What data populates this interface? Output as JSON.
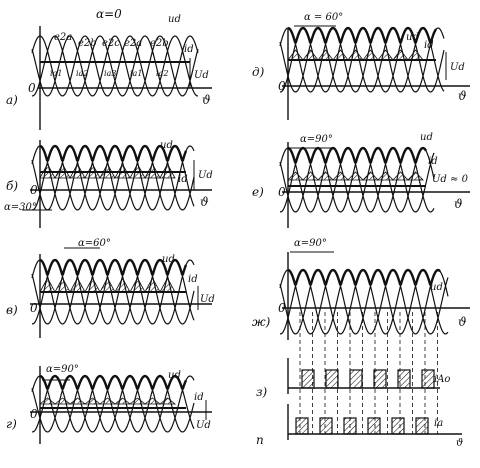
{
  "panels": {
    "a": {
      "letter": "a)",
      "alpha_label": "α=0",
      "phase_labels": [
        "e2a",
        "e2b",
        "e2c",
        "e2a",
        "e2b"
      ],
      "current_labels": [
        "ia1",
        "ia2",
        "ia3",
        "ia1",
        "ia2"
      ],
      "ud_label": "ud",
      "id_label": "id",
      "Ud_label": "Ud",
      "zero_label": "0",
      "axis_label": "ϑ"
    },
    "b": {
      "letter": "б)",
      "alpha_label": "α=30°",
      "ud_label": "ud",
      "id_label": "id",
      "Ud_label": "Ud",
      "zero_label": "0",
      "axis_label": "ϑ"
    },
    "v": {
      "letter": "в)",
      "alpha_label": "α=60°",
      "ud_label": "ud",
      "id_label": "id",
      "Ud_label": "Ud",
      "zero_label": "0"
    },
    "g": {
      "letter": "г)",
      "alpha_label": "α=90°",
      "ud_label": "ud",
      "id_label": "id",
      "Ud_label": "Ud",
      "zero_label": "0"
    },
    "d": {
      "letter": "д)",
      "alpha_label": "α = 60°",
      "ud_label": "ud",
      "id_label": "id",
      "Ud_label": "Ud",
      "zero_label": "0",
      "axis_label": "ϑ"
    },
    "e": {
      "letter": "е)",
      "alpha_label": "α=90°",
      "ud_label": "ud",
      "id_label": "id",
      "Ud_label": "Ud ≈ 0",
      "zero_label": "0",
      "axis_label": "ϑ"
    },
    "zh": {
      "letter": "ж)",
      "alpha_label": "α=90°",
      "ud_label": "ud",
      "zero_label": "0",
      "axis_label": "ϑ"
    },
    "z": {
      "letter": "з)",
      "label": "iAo"
    },
    "n": {
      "letter": "п",
      "label": "ia",
      "axis_label": "ϑ"
    }
  }
}
